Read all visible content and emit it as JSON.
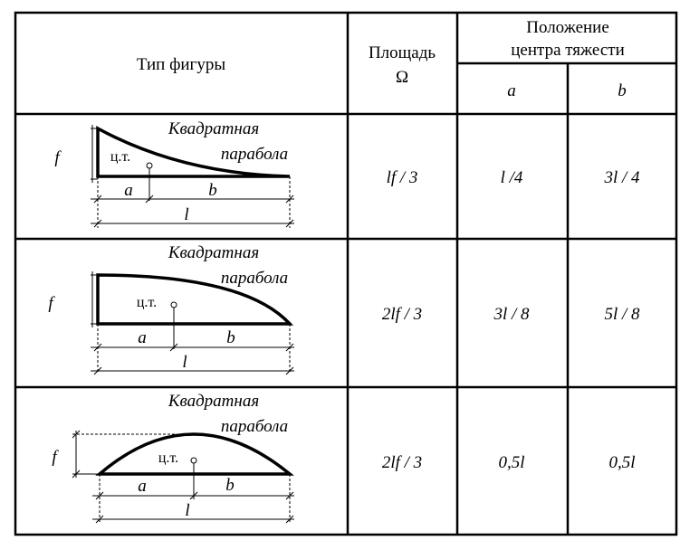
{
  "table": {
    "header": {
      "figure_type": "Тип фигуры",
      "area_line1": "Площадь",
      "area_line2": "Ω",
      "cg_line1": "Положение",
      "cg_line2": "центра тяжести",
      "col_a": "a",
      "col_b": "b"
    },
    "rows": [
      {
        "figure": {
          "title1": "Квадратная",
          "title2": "парабола",
          "ct": "ц.т.",
          "f": "f",
          "a": "a",
          "b": "b",
          "l": "l"
        },
        "area": "lf / 3",
        "a": "l  /4",
        "b": "3l / 4"
      },
      {
        "figure": {
          "title1": "Квадратная",
          "title2": "парабола",
          "ct": "ц.т.",
          "f": "f",
          "a": "a",
          "b": "b",
          "l": "l"
        },
        "area": "2lf / 3",
        "a": "3l / 8",
        "b": "5l / 8"
      },
      {
        "figure": {
          "title1": "Квадратная",
          "title2": "парабола",
          "ct": "ц.т.",
          "f": "f",
          "a": "a",
          "b": "b",
          "l": "l"
        },
        "area": "2lf / 3",
        "a": "0,5l",
        "b": "0,5l"
      }
    ]
  }
}
